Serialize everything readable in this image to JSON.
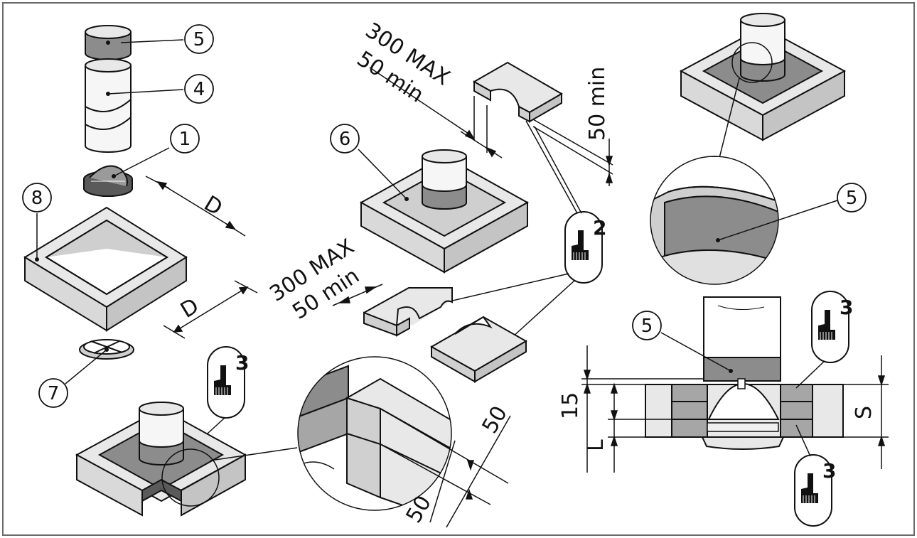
{
  "frame_border": "#6a6a6a",
  "colors": {
    "light": "#e8e8e8",
    "mid": "#cfcfcf",
    "dark": "#8c8c8c",
    "line": "#111111"
  },
  "callouts": {
    "c5_top": "5",
    "c4": "4",
    "c1": "1",
    "c8": "8",
    "c7": "7",
    "c6": "6",
    "c5_right": "5",
    "c5_section": "5"
  },
  "brushes": {
    "b2": "2",
    "b3_left": "3",
    "b3_right_top": "3",
    "b3_right_bottom": "3"
  },
  "dimensions": {
    "d_top": "D",
    "d_bottom": "D",
    "max_top": "300 MAX",
    "min_top": "50 min",
    "min_vertical": "50 min",
    "max_mid": "300 MAX",
    "min_mid": "50 min",
    "d50_a": "50",
    "d50_b": "50",
    "d15": "15",
    "dL": "L",
    "dS": "S"
  },
  "icons": [
    "brush-icon",
    "collar-icon",
    "pipe-icon",
    "damper-icon",
    "grille-icon",
    "frame-icon",
    "magnifier-icon"
  ]
}
